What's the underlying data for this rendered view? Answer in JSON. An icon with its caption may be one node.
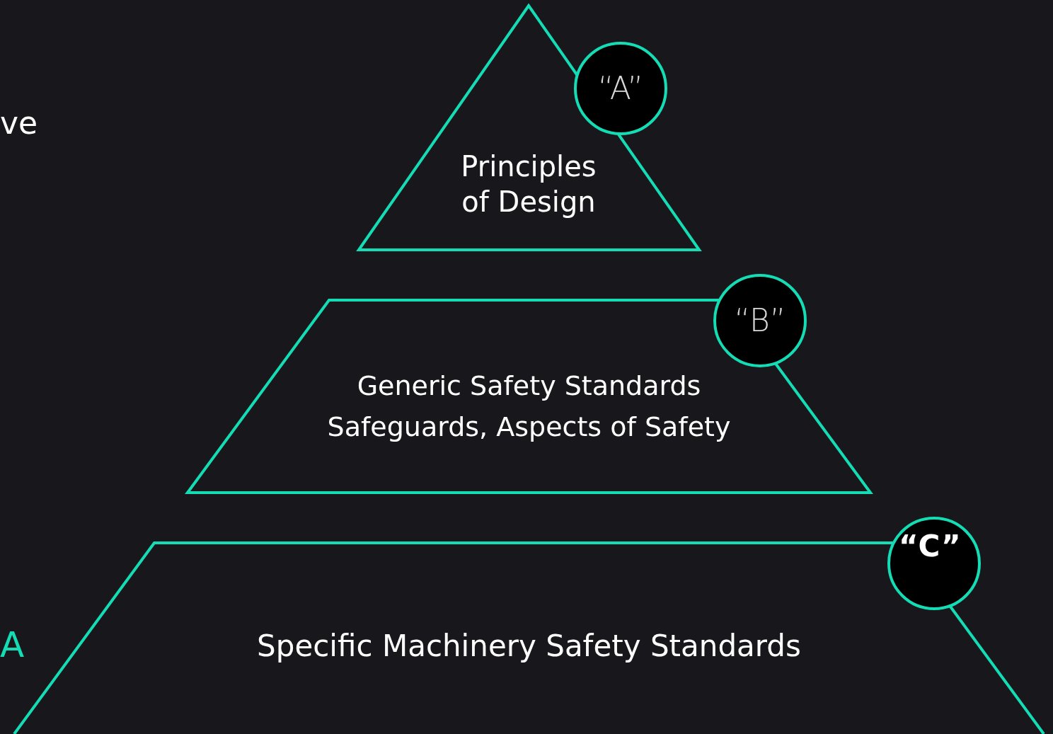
{
  "diagram": {
    "nodes": [
      {
        "text": [
          "Principles of Design"
        ]
      },
      {
        "text": [
          "“A”"
        ]
      },
      {
        "text": [
          "Generic Safety Standards",
          "Safeguards, Aspects of Safety"
        ]
      },
      {
        "text": [
          "“B”"
        ]
      },
      {
        "text": [
          "Specific Machinery Safety Standards"
        ]
      },
      {
        "text": [
          "“C”"
        ]
      }
    ],
    "labels": [
      "ve",
      "A"
    ]
  }
}
